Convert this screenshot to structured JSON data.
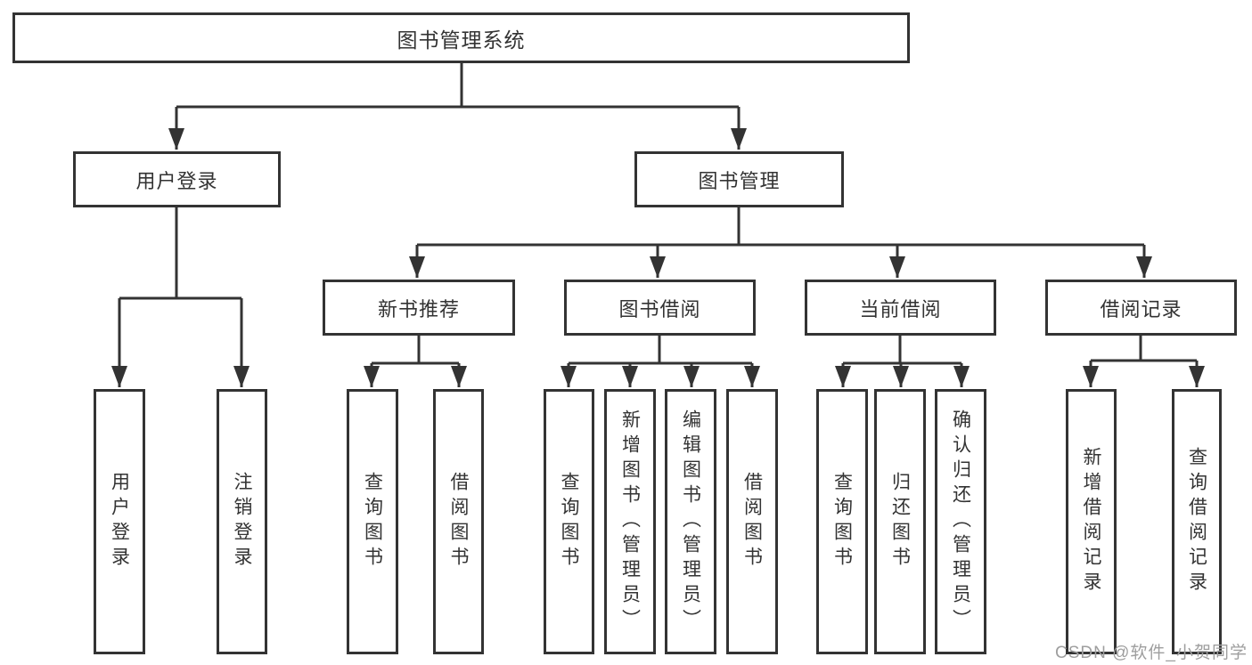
{
  "tree": {
    "root": {
      "label": "图书管理系统",
      "children": [
        {
          "label": "用户登录",
          "children": [
            {
              "label": "用户登录"
            },
            {
              "label": "注销登录"
            }
          ]
        },
        {
          "label": "图书管理",
          "children": [
            {
              "label": "新书推荐",
              "children": [
                {
                  "label": "查询图书"
                },
                {
                  "label": "借阅图书"
                }
              ]
            },
            {
              "label": "图书借阅",
              "children": [
                {
                  "label": "查询图书"
                },
                {
                  "label": "新增图书（管理员）"
                },
                {
                  "label": "编辑图书（管理员）"
                },
                {
                  "label": "借阅图书"
                }
              ]
            },
            {
              "label": "当前借阅",
              "children": [
                {
                  "label": "查询图书"
                },
                {
                  "label": "归还图书"
                },
                {
                  "label": "确认归还（管理员）"
                }
              ]
            },
            {
              "label": "借阅记录",
              "children": [
                {
                  "label": "新增借阅记录"
                },
                {
                  "label": "查询借阅记录"
                }
              ]
            }
          ]
        }
      ]
    }
  },
  "watermark": {
    "text": "CSDN @软件_小贺同学"
  },
  "colors": {
    "line": "#333333",
    "text": "#333333",
    "background": "#ffffff",
    "watermark": "#9e9e9e"
  }
}
